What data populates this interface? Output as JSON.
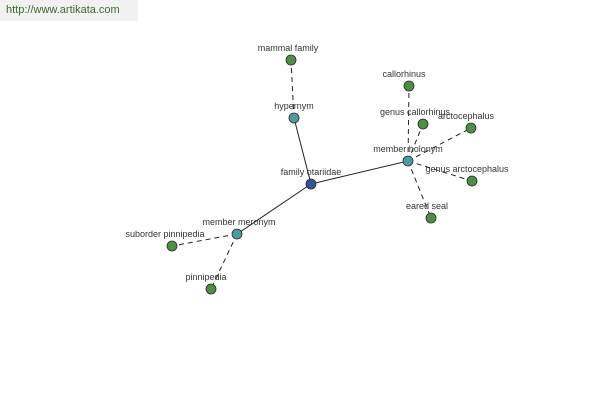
{
  "header": {
    "url": "http://www.artikata.com"
  },
  "colors": {
    "root": "#3e4f9a",
    "relation": "#4f9aa0",
    "leaf": "#4e8e45"
  },
  "graph": {
    "nodes": [
      {
        "id": "family-otariidae",
        "label": "family otariidae",
        "kind": "root"
      },
      {
        "id": "hypernym",
        "label": "hypernym",
        "kind": "relation"
      },
      {
        "id": "mammal-family",
        "label": "mammal family",
        "kind": "leaf"
      },
      {
        "id": "member-holonym",
        "label": "member holonym",
        "kind": "relation"
      },
      {
        "id": "callorhinus",
        "label": "callorhinus",
        "kind": "leaf"
      },
      {
        "id": "genus-callorhinus",
        "label": "genus callorhinus",
        "kind": "leaf"
      },
      {
        "id": "arctocephalus",
        "label": "arctocephalus",
        "kind": "leaf"
      },
      {
        "id": "genus-arctocephalus",
        "label": "genus arctocephalus",
        "kind": "leaf"
      },
      {
        "id": "eared-seal",
        "label": "eared seal",
        "kind": "leaf"
      },
      {
        "id": "member-meronym",
        "label": "member meronym",
        "kind": "relation"
      },
      {
        "id": "suborder-pinnipedia",
        "label": "suborder pinnipedia",
        "kind": "leaf"
      },
      {
        "id": "pinnipedia",
        "label": "pinnipedia",
        "kind": "leaf"
      }
    ],
    "edges": [
      {
        "from": "family-otariidae",
        "to": "hypernym",
        "style": "solid"
      },
      {
        "from": "family-otariidae",
        "to": "member-holonym",
        "style": "solid"
      },
      {
        "from": "family-otariidae",
        "to": "member-meronym",
        "style": "solid"
      },
      {
        "from": "hypernym",
        "to": "mammal-family",
        "style": "dashed"
      },
      {
        "from": "member-holonym",
        "to": "callorhinus",
        "style": "dashed"
      },
      {
        "from": "member-holonym",
        "to": "genus-callorhinus",
        "style": "dashed"
      },
      {
        "from": "member-holonym",
        "to": "arctocephalus",
        "style": "dashed"
      },
      {
        "from": "member-holonym",
        "to": "genus-arctocephalus",
        "style": "dashed"
      },
      {
        "from": "member-holonym",
        "to": "eared-seal",
        "style": "dashed"
      },
      {
        "from": "member-meronym",
        "to": "suborder-pinnipedia",
        "style": "dashed"
      },
      {
        "from": "member-meronym",
        "to": "pinnipedia",
        "style": "dashed"
      }
    ]
  }
}
